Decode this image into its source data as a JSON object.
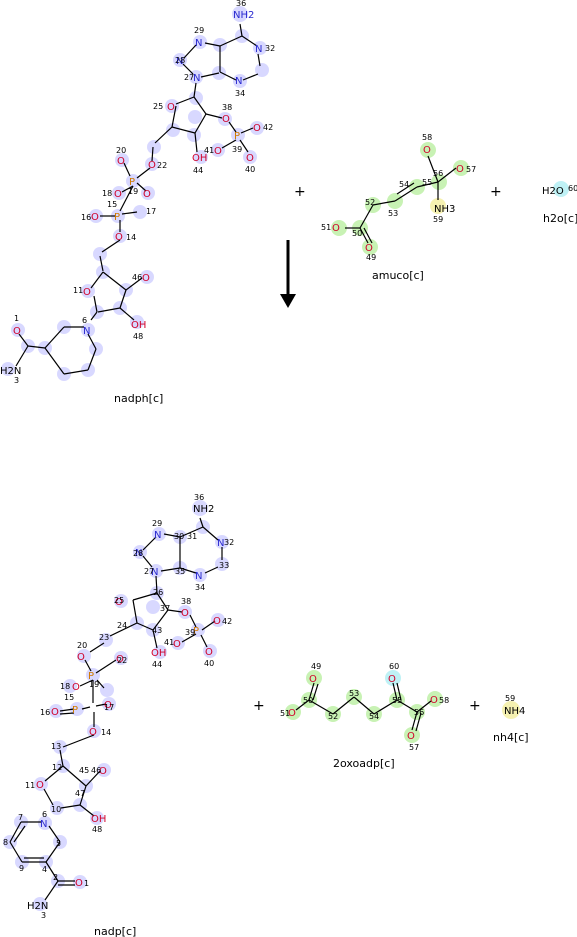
{
  "reaction": {
    "plus_sign": "+",
    "reactants": [
      {
        "id": "nadph",
        "label": "nadph[c]"
      },
      {
        "id": "amuco",
        "label": "amuco[c]"
      },
      {
        "id": "h2o",
        "label": "h2o[c]"
      }
    ],
    "products": [
      {
        "id": "nadp",
        "label": "nadp[c]"
      },
      {
        "id": "oxoadp",
        "label": "2oxoadp[c]"
      },
      {
        "id": "nh4",
        "label": "nh4[c]"
      }
    ]
  },
  "atoms": {
    "nadph": [
      {
        "s": "NH2",
        "n": "36"
      },
      {
        "s": "N",
        "n": "29"
      },
      {
        "s": "N",
        "n": "28"
      },
      {
        "s": "N",
        "n": "27"
      },
      {
        "s": "N",
        "n": "32"
      },
      {
        "s": "N",
        "n": "34"
      },
      {
        "s": "O",
        "n": "25"
      },
      {
        "s": "O",
        "n": "38"
      },
      {
        "s": "P",
        "n": "39"
      },
      {
        "s": "O",
        "n": "42"
      },
      {
        "s": "O",
        "n": "40"
      },
      {
        "s": "O",
        "n": "41"
      },
      {
        "s": "OH",
        "n": "44"
      },
      {
        "s": "O",
        "n": "20"
      },
      {
        "s": "P",
        "n": "19"
      },
      {
        "s": "O",
        "n": "22"
      },
      {
        "s": "O",
        "n": "18"
      },
      {
        "s": "O",
        "n": "16"
      },
      {
        "s": "P",
        "n": "15"
      },
      {
        "s": "O",
        "n": "17"
      },
      {
        "s": "O",
        "n": "14"
      },
      {
        "s": "O",
        "n": "11"
      },
      {
        "s": "O",
        "n": "46"
      },
      {
        "s": "OH",
        "n": "48"
      },
      {
        "s": "N",
        "n": "6"
      },
      {
        "s": "O",
        "n": "1"
      },
      {
        "s": "H2N",
        "n": "3"
      }
    ],
    "amuco": [
      {
        "s": "O",
        "n": "58"
      },
      {
        "s": "O",
        "n": "57"
      },
      {
        "s": "NH3",
        "n": "59"
      },
      {
        "s": "O",
        "n": "51"
      },
      {
        "s": "O",
        "n": "49"
      }
    ],
    "h2o": [
      {
        "s": "H2O",
        "n": "60"
      }
    ],
    "nh4": [
      {
        "s": "NH4",
        "n": "59"
      }
    ]
  }
}
